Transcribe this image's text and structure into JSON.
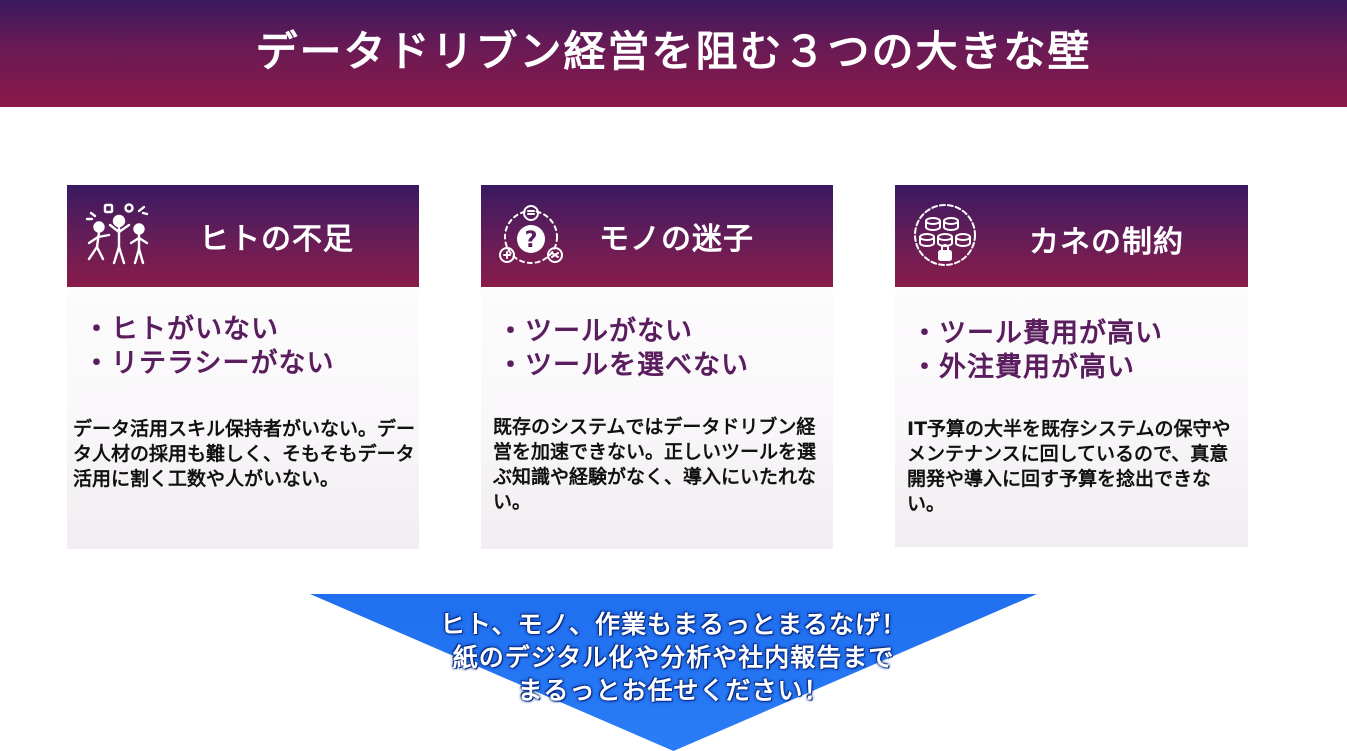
{
  "title": "データドリブン経営を阻む３つの大きな壁",
  "cards": [
    {
      "icon": "people-icon",
      "heading": "ヒトの不足",
      "bullets": [
        "ヒトがいない",
        "リテラシーがない"
      ],
      "description": "データ活用スキル保持者がいない。データ人材の採用も難しく、そもそもデータ活用に割く工数や人がいない。"
    },
    {
      "icon": "question-icon",
      "heading": "モノの迷子",
      "bullets": [
        "ツールがない",
        "ツールを選べない"
      ],
      "description": "既存のシステムではデータドリブン経営を加速できない。正しいツールを選ぶ知識や経験がなく、導入にいたれない。"
    },
    {
      "icon": "coins-chain-icon",
      "heading": "カネの制約",
      "bullets": [
        "ツール費用が高い",
        "外注費用が高い"
      ],
      "description": "IT予算の大半を既存システムの保守やメンテナンスに回しているので、真意開発や導入に回す予算を捻出できない。"
    }
  ],
  "arrow": {
    "lines": [
      "ヒト、モノ、作業もまるっとまるなげ！",
      "紙のデジタル化や分析や社内報告まで",
      "まるっとお任せください！"
    ]
  },
  "colors": {
    "header_top": "#3a1a62",
    "header_bottom": "#8a1c4a",
    "bullet_text": "#5a1e5e",
    "arrow_top": "#1f6ff0",
    "arrow_bottom": "#2a7cf6"
  }
}
